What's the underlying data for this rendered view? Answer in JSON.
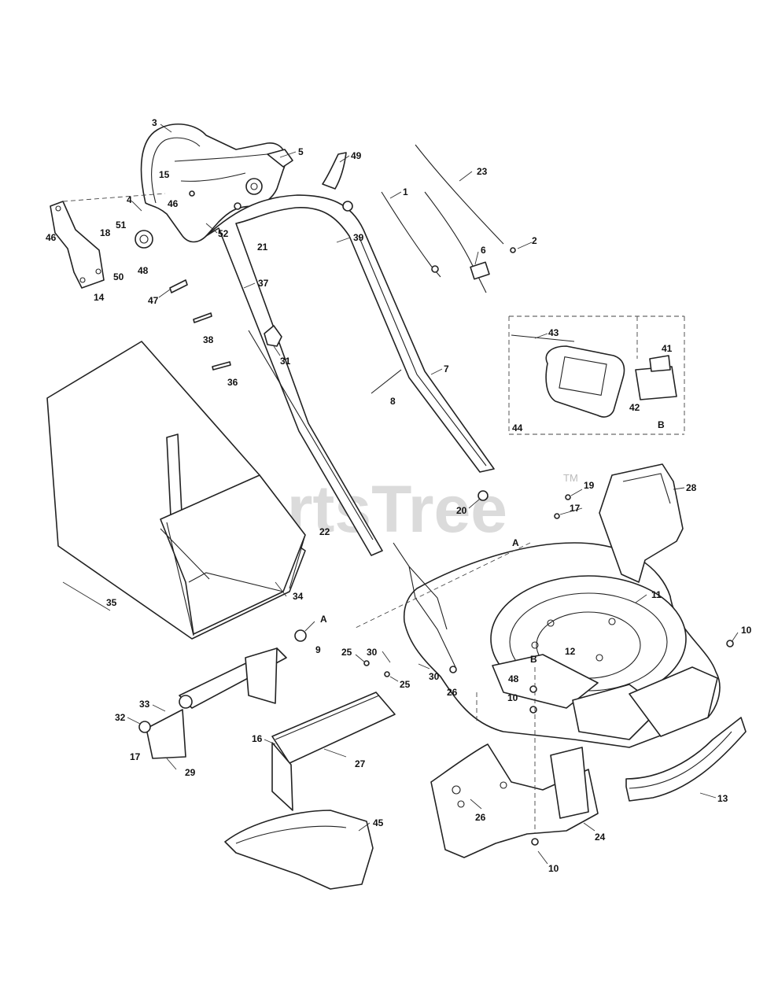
{
  "watermark": {
    "text": "PartsTree",
    "tm": "TM"
  },
  "inset": {
    "box_label": "44",
    "ref_label": "B"
  },
  "callouts": [
    {
      "id": "c3",
      "text": "3"
    },
    {
      "id": "c15",
      "text": "15"
    },
    {
      "id": "c5",
      "text": "5"
    },
    {
      "id": "c49",
      "text": "49"
    },
    {
      "id": "c23",
      "text": "23"
    },
    {
      "id": "c1",
      "text": "1"
    },
    {
      "id": "c4",
      "text": "4"
    },
    {
      "id": "c46a",
      "text": "46"
    },
    {
      "id": "c46b",
      "text": "46"
    },
    {
      "id": "c18",
      "text": "18"
    },
    {
      "id": "c51",
      "text": "51"
    },
    {
      "id": "c52",
      "text": "52"
    },
    {
      "id": "c21",
      "text": "21"
    },
    {
      "id": "c39",
      "text": "39"
    },
    {
      "id": "c6",
      "text": "6"
    },
    {
      "id": "c2",
      "text": "2"
    },
    {
      "id": "c50",
      "text": "50"
    },
    {
      "id": "c48a",
      "text": "48"
    },
    {
      "id": "c14",
      "text": "14"
    },
    {
      "id": "c47",
      "text": "47"
    },
    {
      "id": "c37",
      "text": "37"
    },
    {
      "id": "c38",
      "text": "38"
    },
    {
      "id": "c31",
      "text": "31"
    },
    {
      "id": "c36",
      "text": "36"
    },
    {
      "id": "c7",
      "text": "7"
    },
    {
      "id": "c8",
      "text": "8"
    },
    {
      "id": "c43",
      "text": "43"
    },
    {
      "id": "c41",
      "text": "41"
    },
    {
      "id": "c42",
      "text": "42"
    },
    {
      "id": "c19",
      "text": "19"
    },
    {
      "id": "c17a",
      "text": "17"
    },
    {
      "id": "c20",
      "text": "20"
    },
    {
      "id": "c28",
      "text": "28"
    },
    {
      "id": "c22",
      "text": "22"
    },
    {
      "id": "cA1",
      "text": "A"
    },
    {
      "id": "c11",
      "text": "11"
    },
    {
      "id": "c35",
      "text": "35"
    },
    {
      "id": "c34",
      "text": "34"
    },
    {
      "id": "cA2",
      "text": "A"
    },
    {
      "id": "c9",
      "text": "9"
    },
    {
      "id": "c30a",
      "text": "30"
    },
    {
      "id": "c12",
      "text": "12"
    },
    {
      "id": "c10a",
      "text": "10"
    },
    {
      "id": "c25a",
      "text": "25"
    },
    {
      "id": "cB",
      "text": "B"
    },
    {
      "id": "c25b",
      "text": "25"
    },
    {
      "id": "c30b",
      "text": "30"
    },
    {
      "id": "c26a",
      "text": "26"
    },
    {
      "id": "c48b",
      "text": "48"
    },
    {
      "id": "c10b",
      "text": "10"
    },
    {
      "id": "c33",
      "text": "33"
    },
    {
      "id": "c32",
      "text": "32"
    },
    {
      "id": "c16",
      "text": "16"
    },
    {
      "id": "c17b",
      "text": "17"
    },
    {
      "id": "c29",
      "text": "29"
    },
    {
      "id": "c27",
      "text": "27"
    },
    {
      "id": "c13",
      "text": "13"
    },
    {
      "id": "c26b",
      "text": "26"
    },
    {
      "id": "c24",
      "text": "24"
    },
    {
      "id": "c45",
      "text": "45"
    },
    {
      "id": "c10c",
      "text": "10"
    }
  ]
}
